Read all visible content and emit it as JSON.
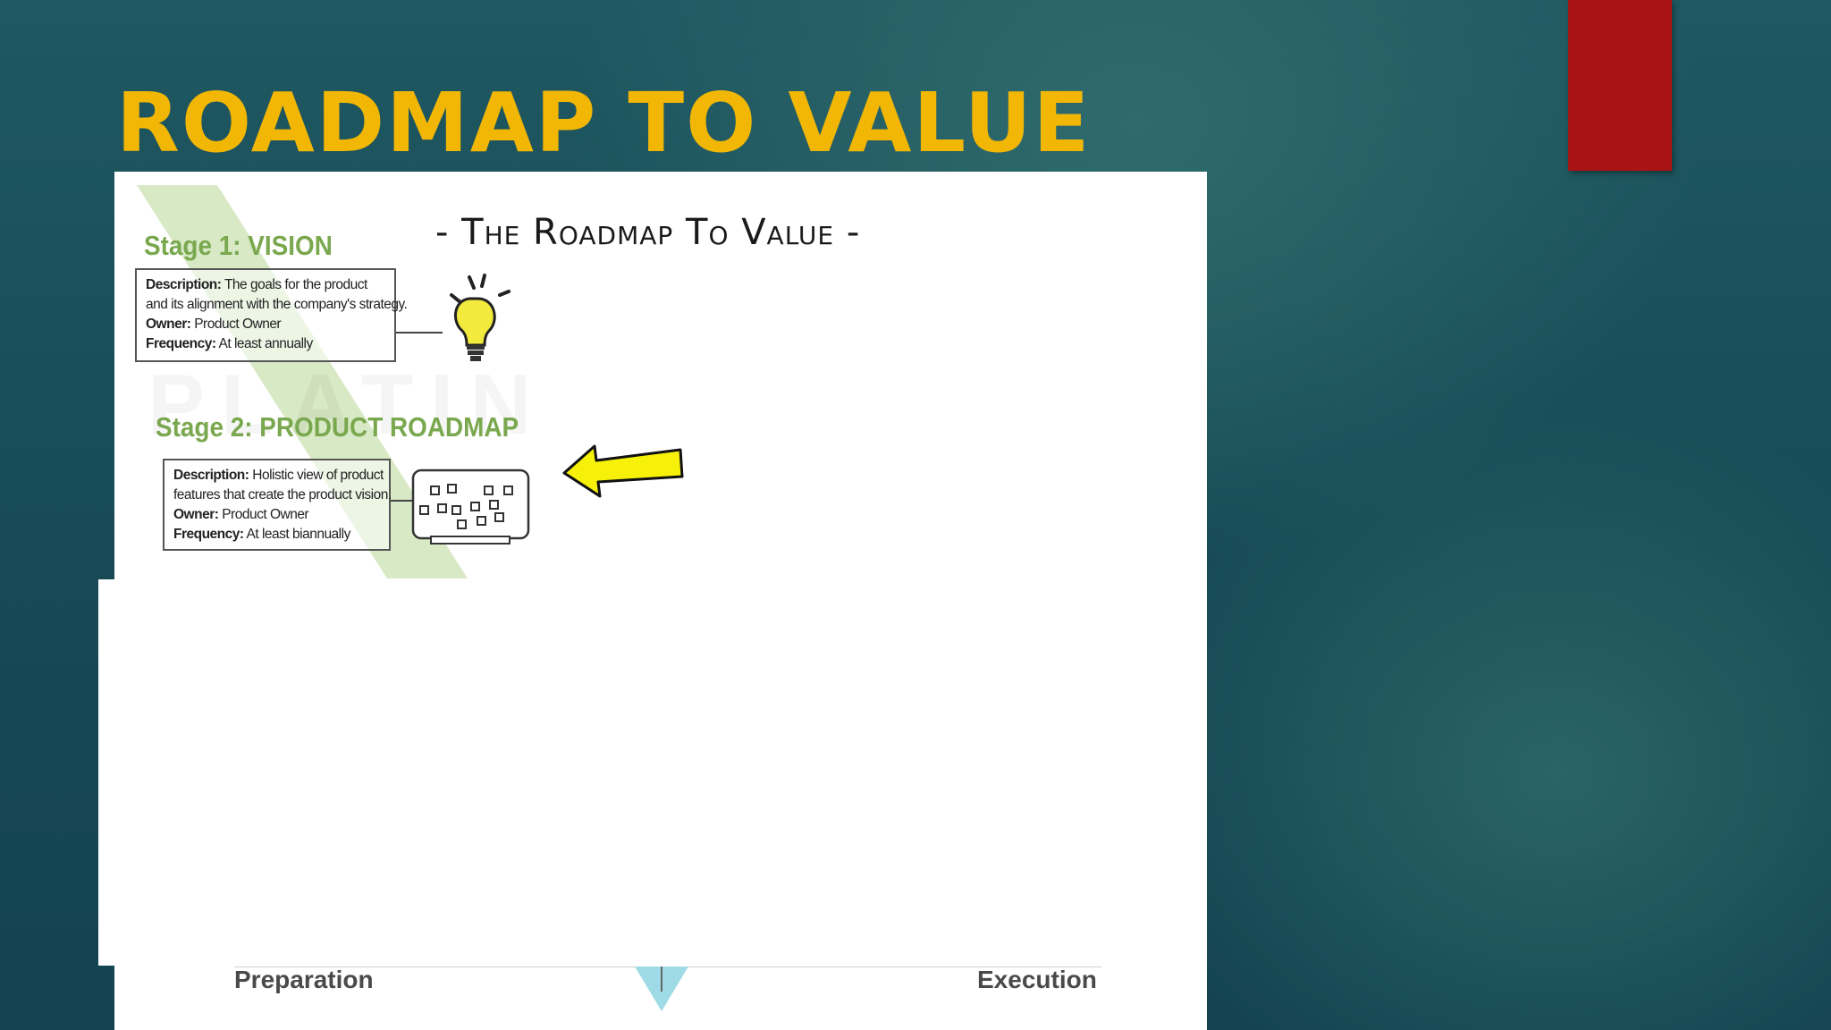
{
  "slide": {
    "title": "ROADMAP TO VALUE",
    "accent_color": "#a81414",
    "title_color": "#f2b705"
  },
  "diagram": {
    "heading": "- The Roadmap To Value -",
    "stages": [
      {
        "title": "Stage 1: VISION",
        "description_label": "Description:",
        "description_line1": "The goals for the product",
        "description_line2": "and its alignment with the company's strategy.",
        "owner_label": "Owner:",
        "owner": "Product Owner",
        "frequency_label": "Frequency:",
        "frequency": "At least annually",
        "icon": "lightbulb-icon"
      },
      {
        "title": "Stage 2: PRODUCT ROADMAP",
        "description_label": "Description:",
        "description_line1": "Holistic view of product",
        "description_line2": "features that create the product vision.",
        "owner_label": "Owner:",
        "owner": "Product Owner",
        "frequency_label": "Frequency:",
        "frequency": "At least biannually",
        "icon": "roadmap-board-icon"
      }
    ],
    "pointer_icon": "arrow-left-icon",
    "timeline": {
      "left_label": "Preparation",
      "right_label": "Execution"
    }
  }
}
